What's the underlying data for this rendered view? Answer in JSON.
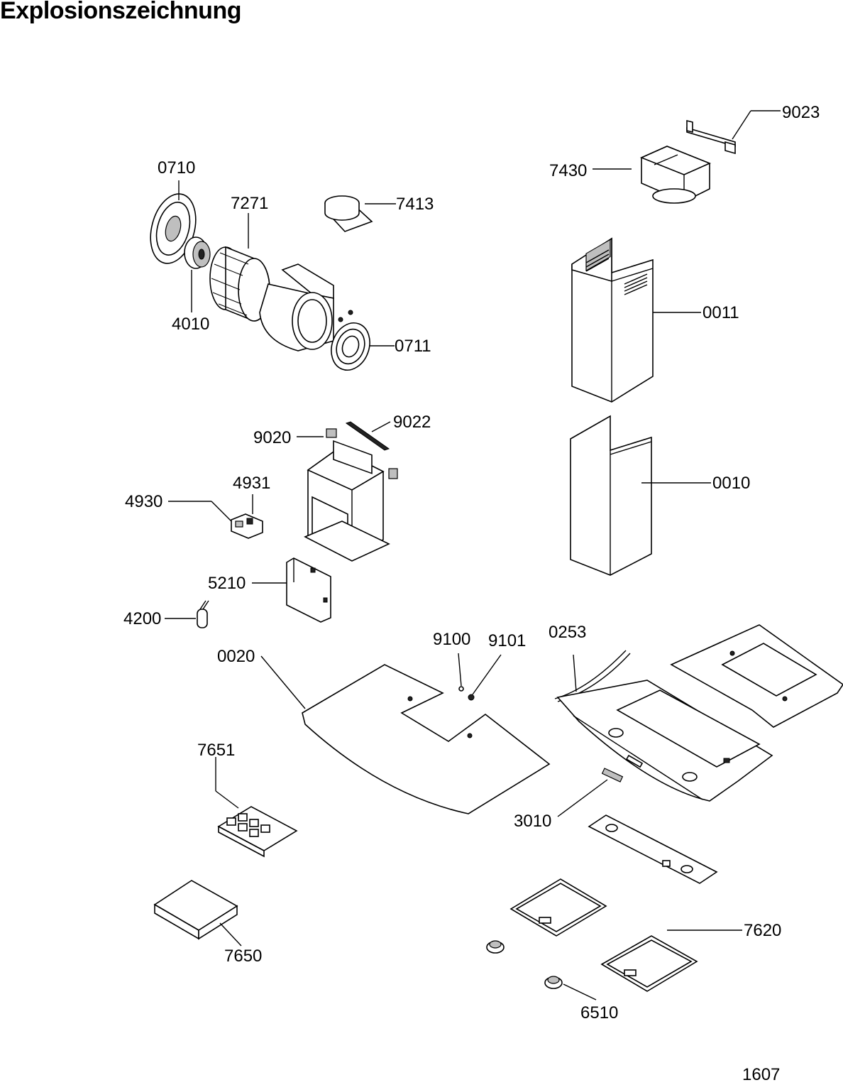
{
  "title": "Explosionszeichnung",
  "page_number": "1607",
  "parts": {
    "p9023": "9023",
    "p7430": "7430",
    "p0710": "0710",
    "p7271": "7271",
    "p7413": "7413",
    "p4010": "4010",
    "p0711": "0711",
    "p0011": "0011",
    "p9020": "9020",
    "p9022": "9022",
    "p4931": "4931",
    "p4930": "4930",
    "p0010": "0010",
    "p5210": "5210",
    "p4200": "4200",
    "p9100": "9100",
    "p9101": "9101",
    "p0253": "0253",
    "p0020": "0020",
    "p7651": "7651",
    "p3010": "3010",
    "p7620": "7620",
    "p7650": "7650",
    "p6510": "6510"
  }
}
